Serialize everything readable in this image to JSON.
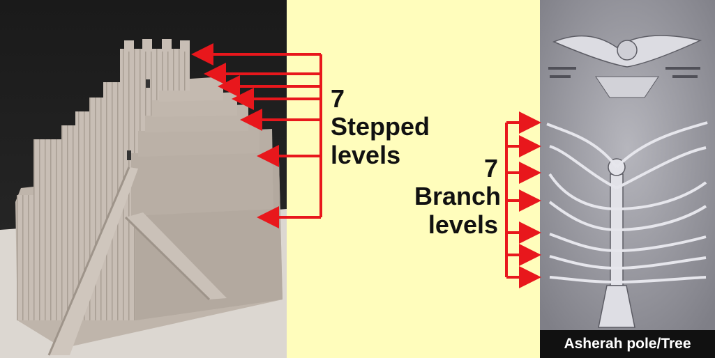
{
  "temple_title": "The temple of BAAL",
  "stepped": {
    "count": "7",
    "line1": "Stepped",
    "line2": "levels"
  },
  "branch": {
    "count": "7",
    "line1": "Branch",
    "line2": "levels"
  },
  "caption": "Asherah pole/Tree",
  "colors": {
    "background": "#fffdbc",
    "arrow": "#e8171c",
    "title_text": "#fffdbc"
  },
  "icons": [
    "arrow-icon"
  ]
}
